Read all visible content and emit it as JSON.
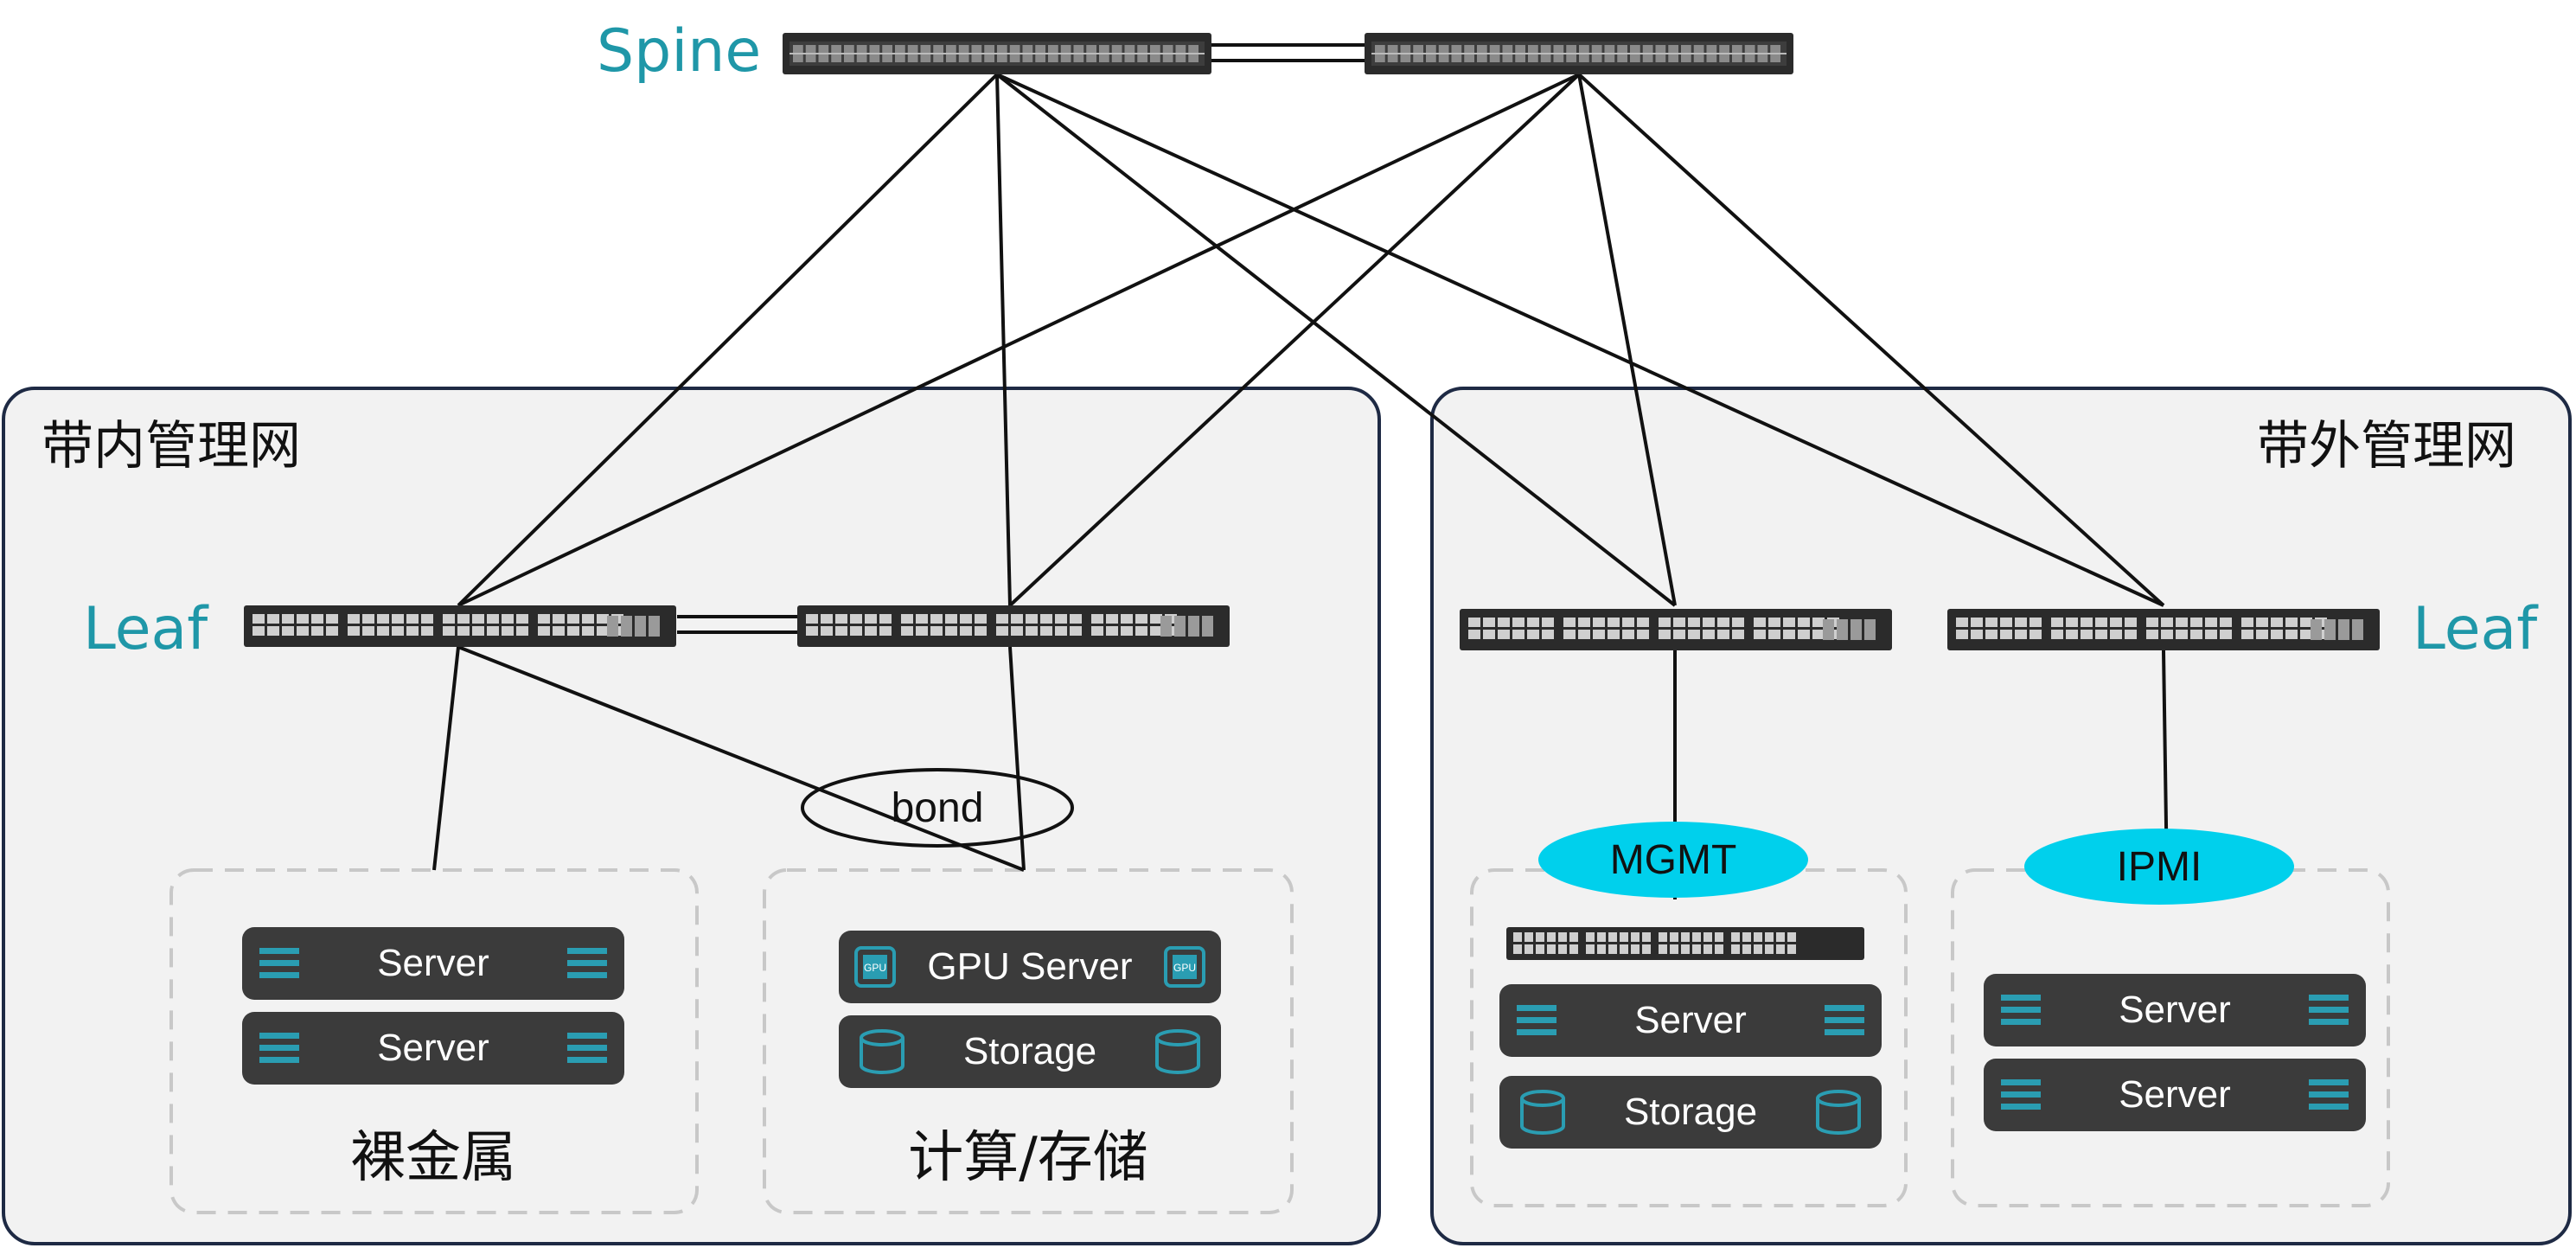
{
  "labels": {
    "spine": "Spine",
    "leaf_left": "Leaf",
    "leaf_right": "Leaf"
  },
  "zones": {
    "inband": "带内管理网",
    "outband": "带外管理网"
  },
  "bubbles": {
    "bond": "bond",
    "mgmt": "MGMT",
    "ipmi": "IPMI"
  },
  "groups": {
    "baremetal": {
      "title": "裸金属",
      "cards": [
        {
          "label": "Server",
          "icon": "server-icon"
        },
        {
          "label": "Server",
          "icon": "server-icon"
        }
      ]
    },
    "compute_storage": {
      "title": "计算/存储",
      "cards": [
        {
          "label": "GPU Server",
          "icon": "gpu-icon"
        },
        {
          "label": "Storage",
          "icon": "storage-icon"
        }
      ]
    },
    "mgmt": {
      "cards": [
        {
          "label": "Server",
          "icon": "server-icon"
        },
        {
          "label": "Storage",
          "icon": "storage-icon"
        }
      ]
    },
    "ipmi": {
      "cards": [
        {
          "label": "Server",
          "icon": "server-icon"
        },
        {
          "label": "Server",
          "icon": "server-icon"
        }
      ]
    }
  },
  "colors": {
    "teal_text": "#1f97a8",
    "icon_teal": "#2a9db2",
    "bubble_cyan": "#00d0ec",
    "card_bg": "#3b3b3b",
    "zone_bg": "#f2f2f2",
    "zone_border": "#1e2a44"
  }
}
